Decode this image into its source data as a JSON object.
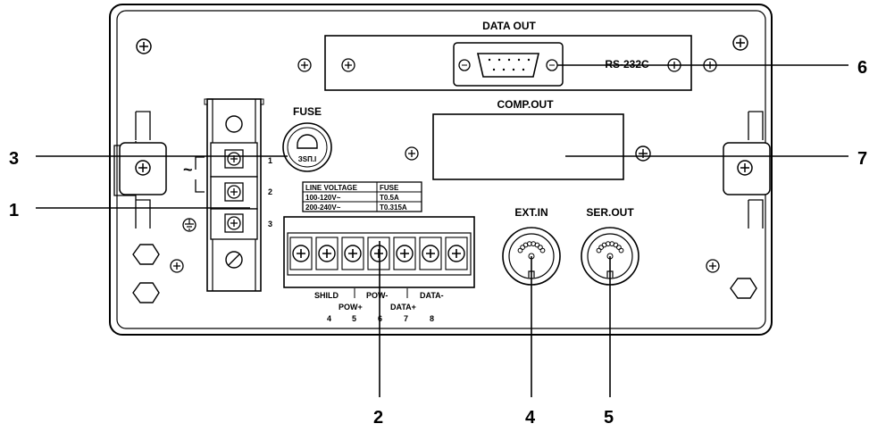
{
  "panel": {
    "data_out_label": "DATA OUT",
    "rs232_label": "RS-232C",
    "fuse_label": "FUSE",
    "fuse_cap_text": "ЗЅП.І",
    "comp_out_label": "COMP.OUT",
    "ext_in_label": "EXT.IN",
    "ser_out_label": "SER.OUT",
    "ac_symbol": "~",
    "terminal_numbers": [
      "1",
      "2",
      "3"
    ],
    "voltage_table": {
      "header": [
        "LINE VOLTAGE",
        "FUSE"
      ],
      "rows": [
        [
          "100-120V~",
          "T0.5A"
        ],
        [
          "200-240V~",
          "T0.315A"
        ]
      ]
    },
    "terminal_block_labels": {
      "shild": "SHILD",
      "pow_plus": "POW+",
      "pow_minus": "POW-",
      "data_plus": "DATA+",
      "data_minus": "DATA-",
      "numbers": [
        "4",
        "5",
        "6",
        "7",
        "8"
      ]
    }
  },
  "callouts": {
    "c1": "1",
    "c2": "2",
    "c3": "3",
    "c4": "4",
    "c5": "5",
    "c6": "6",
    "c7": "7"
  }
}
